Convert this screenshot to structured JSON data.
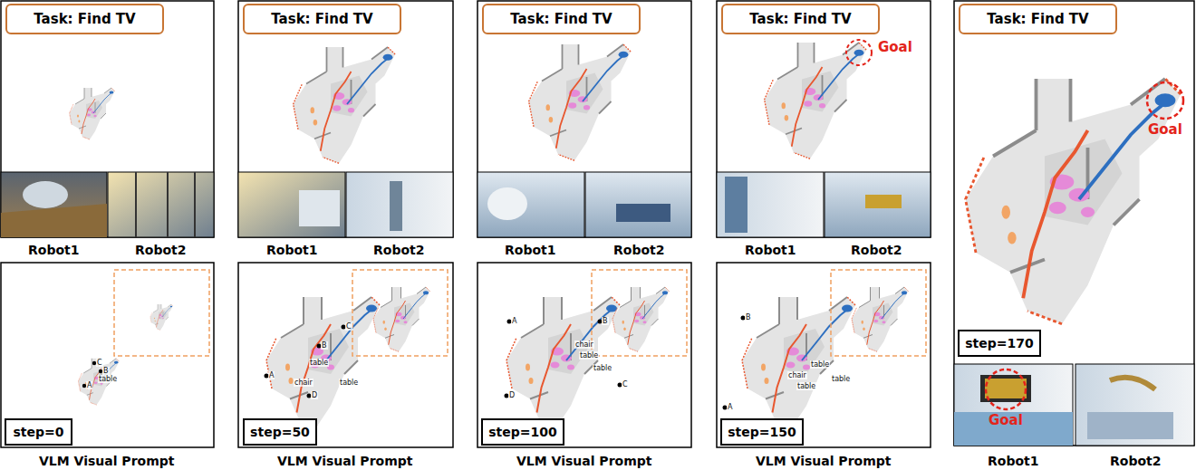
{
  "diagram": {
    "nodes": [
      {
        "text": [
          "Task: Find TV"
        ]
      },
      {
        "text": [
          "step=0"
        ]
      },
      {
        "text": [
          "Task: Find TV"
        ]
      },
      {
        "text": [
          "step=50"
        ]
      },
      {
        "text": [
          "Task: Find TV"
        ]
      },
      {
        "text": [
          "step=100"
        ]
      },
      {
        "text": [
          "Task: Find TV"
        ]
      },
      {
        "text": [
          "step=150"
        ]
      },
      {
        "text": [
          "Task: Find TV"
        ]
      },
      {
        "text": [
          "step=170"
        ]
      }
    ],
    "labels": [
      "Robot1",
      "Robot2",
      "C",
      "B",
      "table",
      "A",
      "VLM Visual Prompt",
      "Robot1",
      "Robot2",
      "C",
      "B",
      "table",
      "A",
      "chair",
      "table",
      "D",
      "VLM Visual Prompt",
      "Robot1",
      "Robot2",
      "A",
      "B",
      "chair",
      "table",
      "table",
      "C",
      "D",
      "VLM Visual Prompt",
      "Goal",
      "Robot1",
      "Robot2",
      "B",
      "chair",
      "table",
      "table",
      "table",
      "A",
      "VLM Visual Prompt",
      "Goal",
      "Goal",
      "Robot1",
      "Robot2"
    ]
  }
}
